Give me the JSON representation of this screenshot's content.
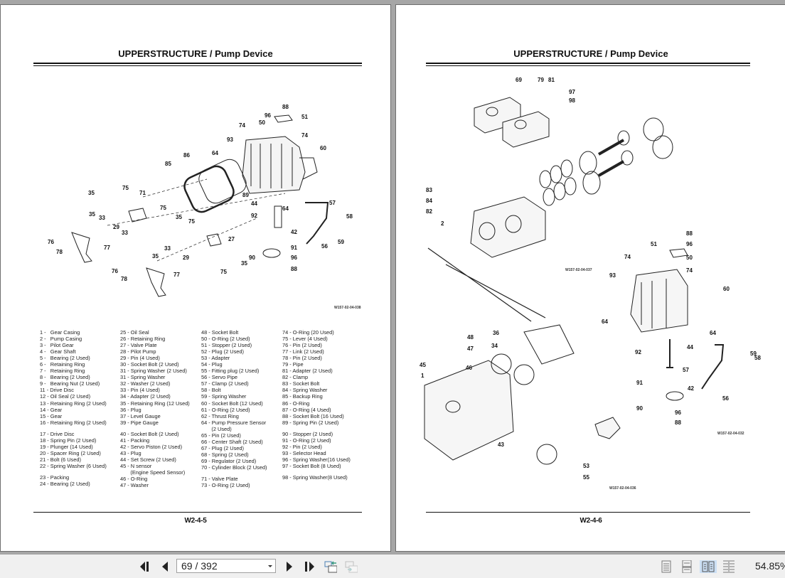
{
  "viewer": {
    "page_indicator": "69 / 392",
    "zoom_level": "54.85%",
    "nav": {
      "first_page": "first-page",
      "prev_page": "previous-page",
      "next_page": "next-page",
      "last_page": "last-page"
    },
    "view_modes": [
      "single-page",
      "continuous",
      "two-page",
      "two-page-continuous"
    ],
    "active_view_mode": "two-page"
  },
  "pages": [
    {
      "title": "UPPERSTRUCTURE / Pump Device",
      "page_number": "W2-4-5",
      "figure_code": "W157-02-04-038",
      "callouts": [
        "88",
        "96",
        "51",
        "50",
        "74",
        "74",
        "93",
        "60",
        "64",
        "86",
        "85",
        "89",
        "44",
        "64",
        "57",
        "58",
        "92",
        "42",
        "59",
        "91",
        "56",
        "90",
        "96",
        "88",
        "35",
        "75",
        "71",
        "35",
        "33",
        "29",
        "75",
        "35",
        "75",
        "33",
        "27",
        "29",
        "33",
        "35",
        "76",
        "78",
        "77",
        "35",
        "76",
        "78",
        "75",
        "77"
      ],
      "parts_columns": [
        [
          "1 -   Gear Casing",
          "2 -   Pump Casing",
          "3 -   Pilot Gear",
          "4 -   Gear Shaft",
          "5 -   Bearing (2 Used)",
          "6 -   Retaining Ring",
          "7 -   Retaining Ring",
          "8 -   Bearing (2 Used)",
          "9 -   Bearing Nut (2 Used)",
          "11 - Drive Disc",
          "12 - Oil Seal (2 Used)",
          "13 - Retaining Ring (2 Used)",
          "14 - Gear",
          "15 - Gear",
          "16 - Retaining Ring (2 Used)",
          "",
          "17 - Drive Disc",
          "18 - Spring Pin (2 Used)",
          "19 - Plunger (14 Used)",
          "20 - Spacer Ring (2 Used)",
          "21 - Bolt (6 Used)",
          "22 - Spring Washer (6 Used)",
          "",
          "23 - Packing",
          "24 - Bearing (2 Used)"
        ],
        [
          "25 - Oil Seal",
          "26 - Retaining Ring",
          "27 - Valve Plate",
          "28 - Pilot Pump",
          "29 - Pin (4 Used)",
          "30 - Socket Bolt (2 Used)",
          "31 - Spring Washer (2 Used)",
          "31 - Spring Washer",
          "32 - Washer (2 Used)",
          "33 - Pin (4 Used)",
          "34 - Adapter (2 Used)",
          "35 - Retaining Ring (12 Used)",
          "36 - Plug",
          "37 - Level Gauge",
          "39 - Pipe Gauge",
          "",
          "40 - Socket Bolt (2 Used)",
          "41 - Packing",
          "42 - Servo Piston (2 Used)",
          "43 - Plug",
          "44 - Set Screw (2 Used)",
          "45 - N sensor",
          "       (Engine Speed Sensor)",
          "46 - O-Ring",
          "47 - Washer"
        ],
        [
          "48 - Socket Bolt",
          "50 - O-Ring (2 Used)",
          "51 - Stopper (2 Used)",
          "52 - Plug (2 Used)",
          "53 - Adapter",
          "54 - Plug",
          "55 - Fitting plug (2 Used)",
          "56 - Servo Pipe",
          "57 - Clamp (2 Used)",
          "58 - Bolt",
          "59 - Spring Washer",
          "60 - Socket Bolt (12 Used)",
          "61 - O-Ring (2 Used)",
          "62 - Thrust Ring",
          "64 - Pump Pressure Sensor",
          "       (2 Used)",
          "65 - Pin (2 Used)",
          "66 - Center Shaft (2 Used)",
          "67 - Plug (2 Used)",
          "68 - Spring (2 Used)",
          "69 - Regulator (2 Used)",
          "70 - Cylinder Block (2 Used)",
          "",
          "71 - Valve Plate",
          "73 - O-Ring (2 Used)"
        ],
        [
          "74 - O-Ring (20 Used)",
          "75 - Lever (4 Used)",
          "76 - Pin (2 Used)",
          "77 - Link (2 Used)",
          "78 - Pin (2 Used)",
          "79 - Pipe",
          "81 - Adapter (2 Used)",
          "82 - Clamp",
          "83 - Socket Bolt",
          "84 - Spring Washer",
          "85 - Backup Ring",
          "86 - O-Ring",
          "87 - O-Ring (4 Used)",
          "88 - Socket Bolt (16 Used)",
          "89 - Spring Pin (2 Used)",
          "",
          "90 - Stopper (2 Used)",
          "91 - O-Ring (2 Used)",
          "92 - Pin (2 Used)",
          "93 - Selector Head",
          "96 - Spring Washer(16 Used)",
          "97 - Socket Bolt (8 Used)",
          "",
          "98 - Spring Washer(8 Used)"
        ]
      ]
    },
    {
      "title": "UPPERSTRUCTURE / Pump Device",
      "page_number": "W2-4-6",
      "figure_codes": [
        "W157-02-04-037",
        "W157-02-04-032",
        "W157-02-04-036"
      ],
      "callouts": [
        "69",
        "79",
        "81",
        "97",
        "98",
        "83",
        "84",
        "82",
        "2",
        "88",
        "51",
        "96",
        "50",
        "74",
        "74",
        "93",
        "60",
        "64",
        "64",
        "44",
        "92",
        "59",
        "58",
        "57",
        "56",
        "91",
        "42",
        "90",
        "96",
        "88",
        "36",
        "48",
        "47",
        "34",
        "45",
        "46",
        "1",
        "43",
        "53",
        "55"
      ]
    }
  ]
}
